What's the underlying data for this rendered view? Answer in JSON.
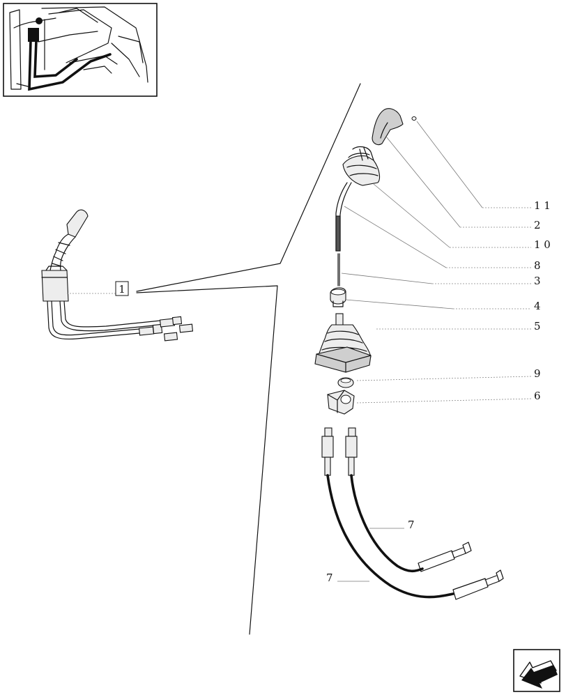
{
  "callouts": [
    {
      "id": "c11",
      "text": "1 1"
    },
    {
      "id": "c2",
      "text": "2"
    },
    {
      "id": "c10",
      "text": "1 0"
    },
    {
      "id": "c8",
      "text": "8"
    },
    {
      "id": "c3",
      "text": "3"
    },
    {
      "id": "c4",
      "text": "4"
    },
    {
      "id": "c5",
      "text": "5"
    },
    {
      "id": "c9",
      "text": "9"
    },
    {
      "id": "c6",
      "text": "6"
    },
    {
      "id": "c7a",
      "text": "7"
    },
    {
      "id": "c7b",
      "text": "7"
    }
  ],
  "assembly_label": "1",
  "nav_icon": "previous-page-arrow-icon",
  "locator_icon": "tractor-cab-locator-icon"
}
